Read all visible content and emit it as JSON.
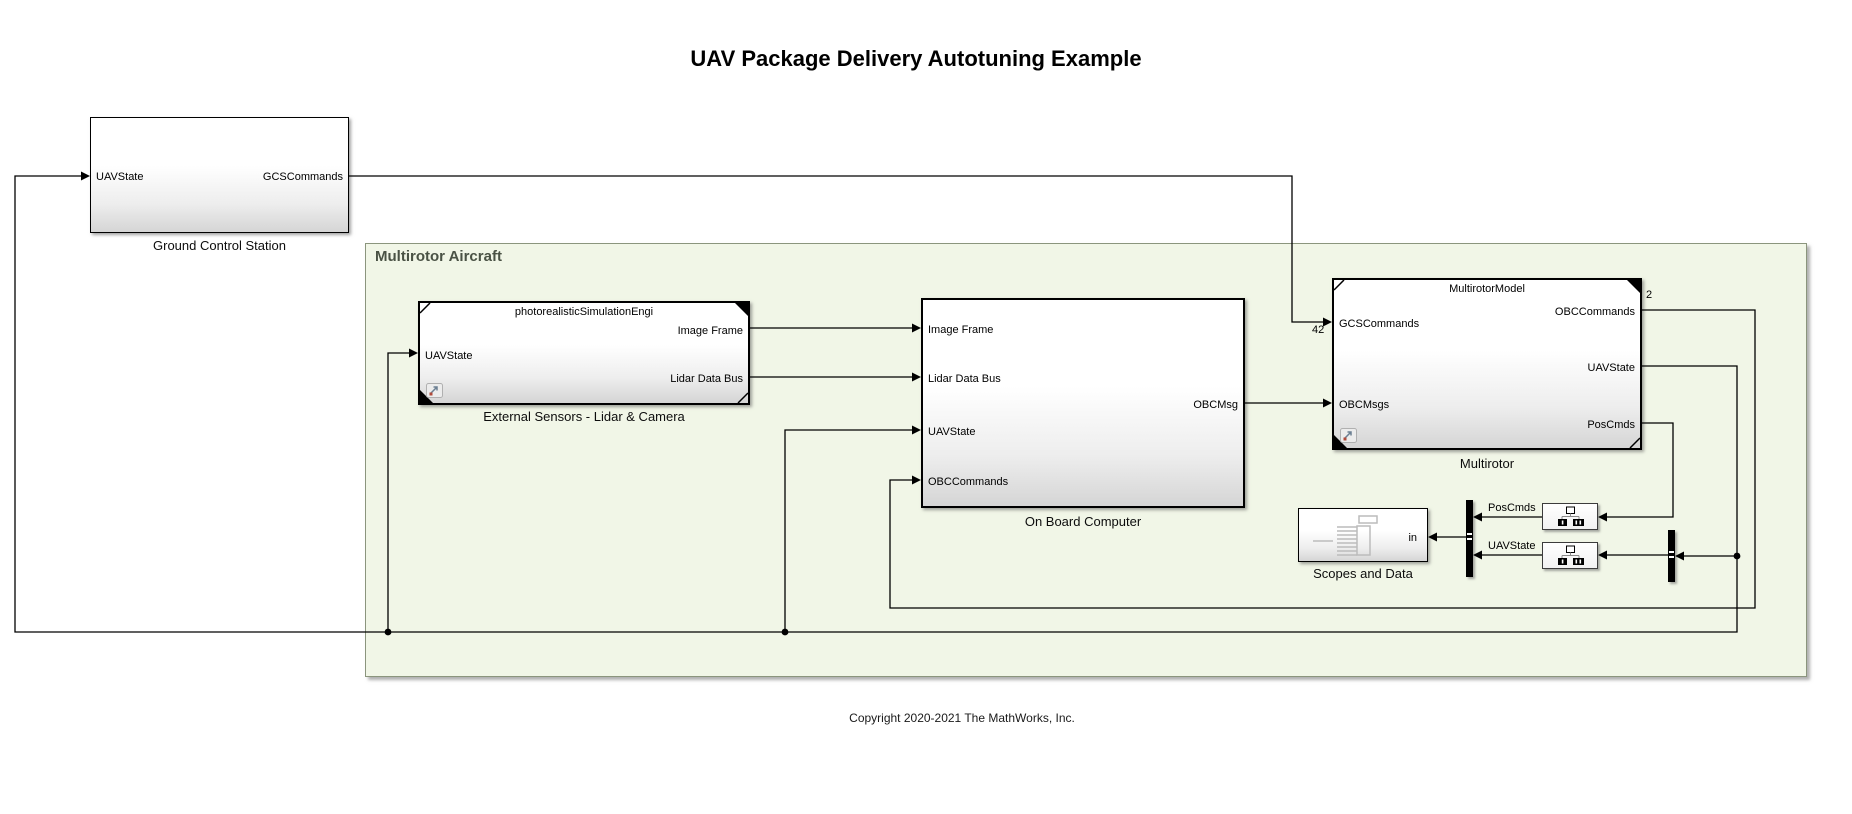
{
  "diagram": {
    "title": "UAV Package Delivery Autotuning Example",
    "copyright": "Copyright 2020-2021 The MathWorks, Inc.",
    "area_label": "Multirotor Aircraft"
  },
  "blocks": {
    "gcs": {
      "label": "Ground Control Station",
      "input": "UAVState",
      "output": "GCSCommands"
    },
    "external_sensors": {
      "title": "photorealisticSimulationEngi",
      "label": "External Sensors - Lidar & Camera",
      "input": "UAVState",
      "outputs": [
        "Image Frame",
        "Lidar Data Bus"
      ]
    },
    "obc": {
      "label": "On Board Computer",
      "inputs": [
        "Image Frame",
        "Lidar Data Bus",
        "UAVState",
        "OBCCommands"
      ],
      "output": "OBCMsg"
    },
    "multirotor": {
      "title": "MultirotorModel",
      "label": "Multirotor",
      "inputs": [
        "GCSCommands",
        "OBCMsgs"
      ],
      "outputs": [
        "OBCCommands",
        "UAVState",
        "PosCmds"
      ]
    },
    "scopes": {
      "label": "Scopes and Data",
      "input": "in"
    }
  },
  "signal_labels": {
    "poscmds": "PosCmds",
    "uavstate": "UAVState"
  },
  "dimensions": {
    "obccommands_width": "2",
    "gcscommands_width": "42"
  },
  "colors": {
    "area_fill": "#f1f6e7",
    "area_border": "#8b957d",
    "area_label": "#4a5245",
    "block_border": "#000000",
    "wire": "#000000"
  }
}
